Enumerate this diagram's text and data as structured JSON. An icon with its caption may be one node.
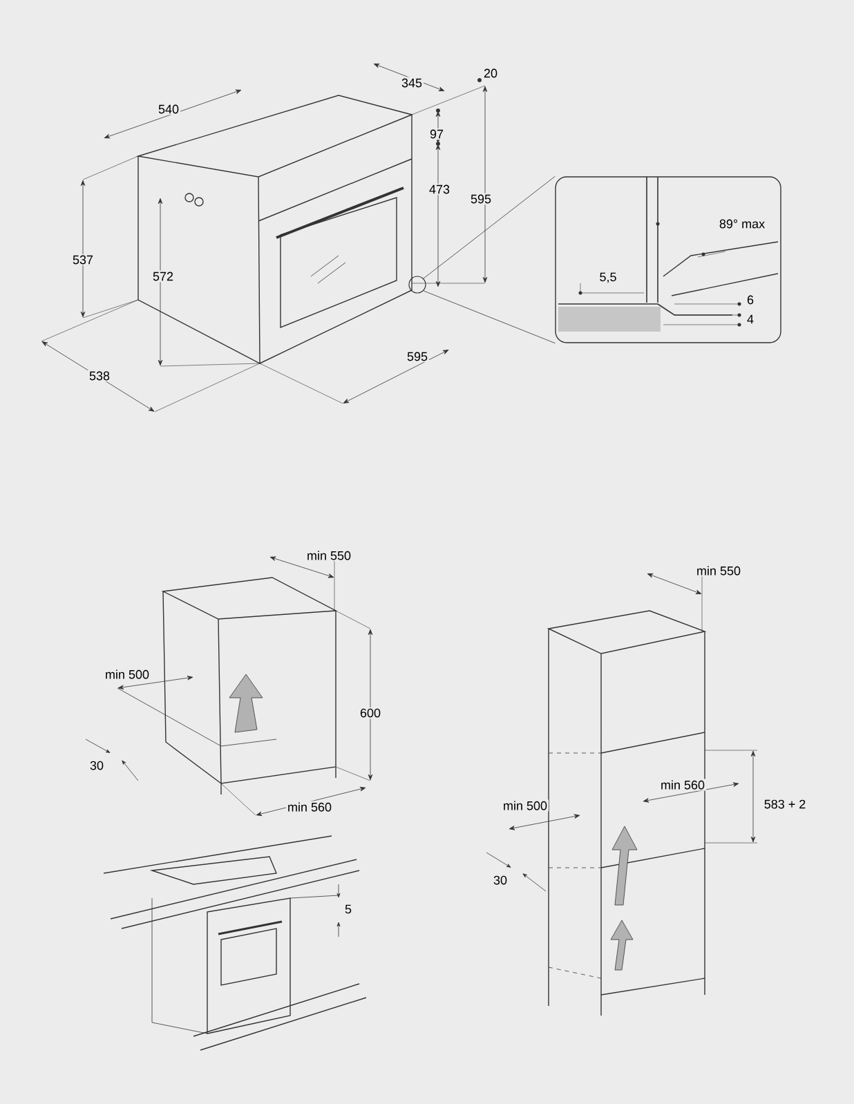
{
  "diagram": {
    "nodes": [
      {
        "text": [],
        "shape": "circle"
      },
      {
        "text": [
          "89° max",
          "5,5",
          "6",
          "4"
        ]
      }
    ],
    "edges": [
      {
        "from": 0,
        "to": 1,
        "arrow": "none"
      },
      {
        "from": 0,
        "to": 1,
        "arrow": "none"
      }
    ],
    "labels": [
      "345",
      "20",
      "540",
      "97",
      "473",
      "595",
      "537",
      "572",
      "538",
      "595",
      "min 550",
      "min 500",
      "600",
      "30",
      "min 560",
      "min 550",
      "min 560",
      "583 + 2",
      "min 500",
      "30",
      "5"
    ]
  }
}
